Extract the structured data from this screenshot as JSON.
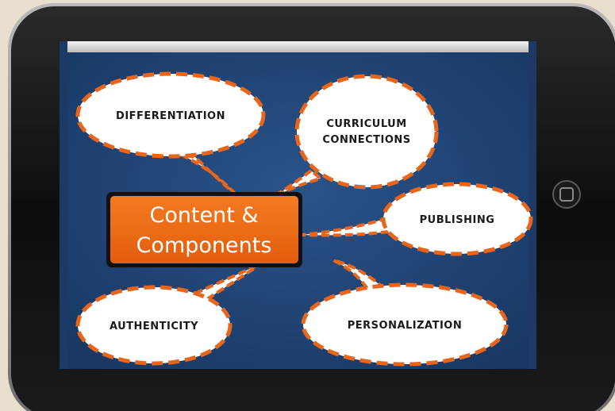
{
  "center": {
    "line1": "Content &",
    "line2": "Components"
  },
  "bubbles": {
    "differentiation": "DIFFERENTIATION",
    "curriculum_line1": "CURRICULUM",
    "curriculum_line2": "CONNECTIONS",
    "publishing": "PUBLISHING",
    "authenticity": "AUTHENTICITY",
    "personalization": "PERSONALIZATION"
  },
  "colors": {
    "tablet_frame": "#141414",
    "screen": "#1f3f6e",
    "center_fill": "#ee6a13",
    "dash": "#e8661c",
    "bubble_fill": "#ffffff",
    "background": "#e9dfcf"
  }
}
